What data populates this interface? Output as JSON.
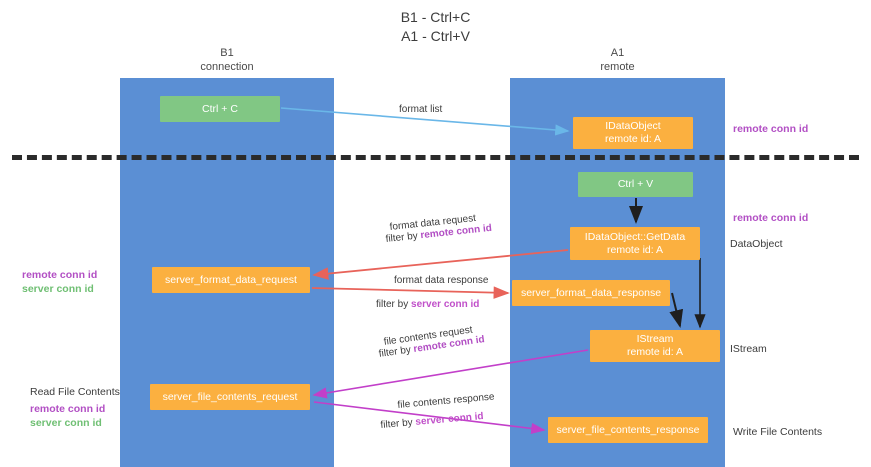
{
  "title": {
    "line1": "B1 - Ctrl+C",
    "line2": "A1 - Ctrl+V"
  },
  "columns": [
    {
      "id": "b1",
      "name": "B1",
      "role": "connection"
    },
    {
      "id": "a1",
      "name": "A1",
      "role": "remote"
    }
  ],
  "nodes": {
    "ctrl_c": {
      "label": "Ctrl + C",
      "sub": "",
      "color": "#81c784"
    },
    "idataobject": {
      "label": "IDataObject",
      "sub": "remote id: A",
      "color": "#fbb040"
    },
    "ctrl_v": {
      "label": "Ctrl + V",
      "sub": "",
      "color": "#81c784"
    },
    "getdata": {
      "label": "IDataObject::GetData",
      "sub": "remote id: A",
      "color": "#fbb040"
    },
    "format_req": {
      "label": "server_format_data_request",
      "sub": "",
      "color": "#fbb040"
    },
    "format_res": {
      "label": "server_format_data_response",
      "sub": "",
      "color": "#fbb040"
    },
    "istream": {
      "label": "IStream",
      "sub": "remote id: A",
      "color": "#fbb040"
    },
    "file_req": {
      "label": "server_file_contents_request",
      "sub": "",
      "color": "#fbb040"
    },
    "file_res": {
      "label": "server_file_contents_response",
      "sub": "",
      "color": "#fbb040"
    }
  },
  "edge_labels": {
    "format_list": "format list",
    "format_data_request": "format data request",
    "format_data_request_filter_prefix": "filter by ",
    "format_data_request_filter_key": "remote conn id",
    "format_data_response": "format data response",
    "format_data_response_filter_prefix": "filter by ",
    "format_data_response_filter_key": "server conn id",
    "file_contents_request": "file contents request",
    "file_contents_request_filter_prefix": "filter by ",
    "file_contents_request_filter_key": "remote conn id",
    "file_contents_response": "file contents response",
    "file_contents_response_filter_prefix": "filter by ",
    "file_contents_response_filter_key": "server conn id"
  },
  "annotations": {
    "right_remote_conn_id_top": "remote conn id",
    "right_remote_conn_id_mid": "remote conn id",
    "right_dataobject": "DataObject",
    "right_istream": "IStream",
    "right_write_file_contents": "Write File Contents",
    "left_remote_conn_id_mid": "remote conn id",
    "left_server_conn_id_mid": "server conn id",
    "left_read_file_contents": "Read File Contents",
    "left_remote_conn_id_bottom": "remote conn id",
    "left_server_conn_id_bottom": "server conn id"
  },
  "colors": {
    "band": "#5b8fd4",
    "green_node": "#81c784",
    "orange_node": "#fbb040",
    "divider": "#2b2b2b",
    "remote_conn_id": "#b24fc4",
    "server_conn_id": "#6fbf73",
    "arrow_blue": "#6ab7e8",
    "arrow_red": "#e8635a",
    "arrow_magenta": "#c23fc9",
    "arrow_black": "#2b2b2b"
  }
}
